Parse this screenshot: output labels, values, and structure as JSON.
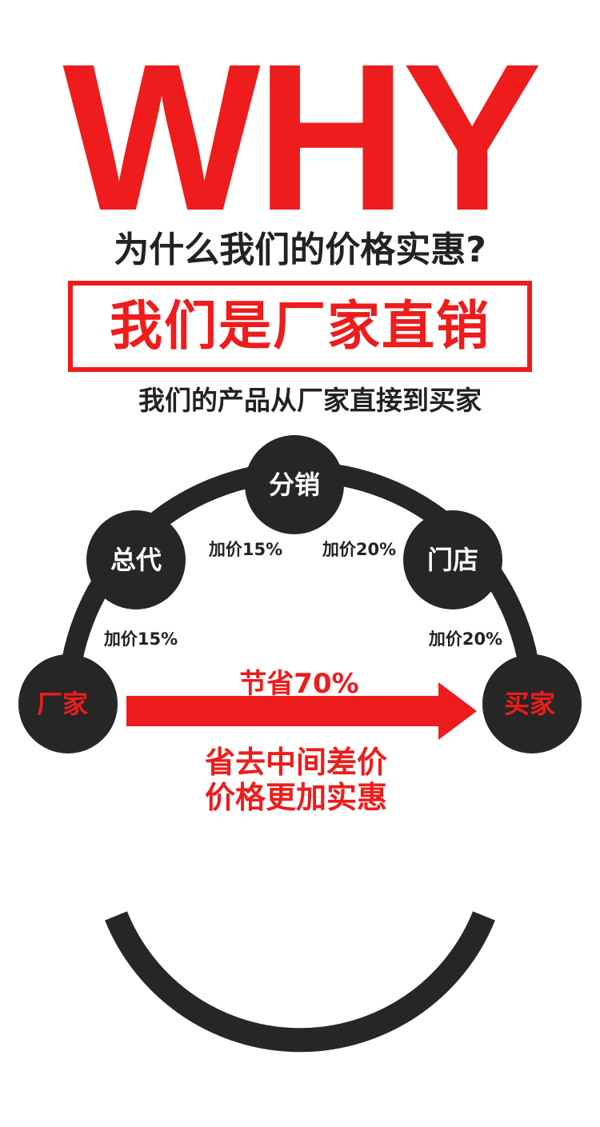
{
  "header": {
    "why": "WHY",
    "question": "为什么我们的价格实惠?",
    "badge": "我们是厂家直销",
    "description": "我们的产品从厂家直接到买家"
  },
  "diagram": {
    "nodes": {
      "factory": "厂家",
      "general_agent": "总代",
      "distributor": "分销",
      "store": "门店",
      "buyer": "买家"
    },
    "markups": {
      "factory_to_agent": "加价15%",
      "agent_to_distributor": "加价15%",
      "distributor_to_store": "加价20%",
      "store_to_buyer": "加价20%"
    },
    "saving": "节省70%",
    "conclusion_line1": "省去中间差价",
    "conclusion_line2": "价格更加实惠"
  },
  "colors": {
    "accent": "#ee1c1c",
    "dark": "#262626",
    "text": "#222222"
  }
}
